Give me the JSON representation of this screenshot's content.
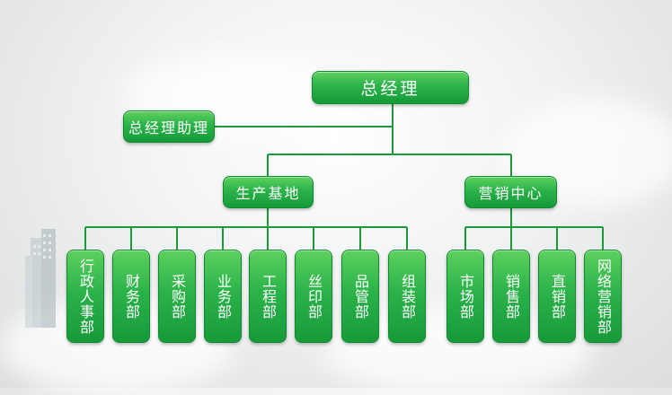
{
  "chart": {
    "ceo": "总经理",
    "assistant": "总经理助理",
    "production": "生产基地",
    "marketing": "营销中心",
    "departments": {
      "admin_hr": "行政人事部",
      "finance": "财务部",
      "purchasing": "采购部",
      "business": "业务部",
      "engineering": "工程部",
      "silk_print": "丝印部",
      "quality": "品管部",
      "assembly": "组装部",
      "market": "市场部",
      "sales": "销售部",
      "direct_sales": "直销部",
      "online_marketing": "网络营销部"
    }
  },
  "colors": {
    "box_fill": "#2bb34a",
    "connector": "#1a9a3a",
    "text": "#ffffff"
  }
}
